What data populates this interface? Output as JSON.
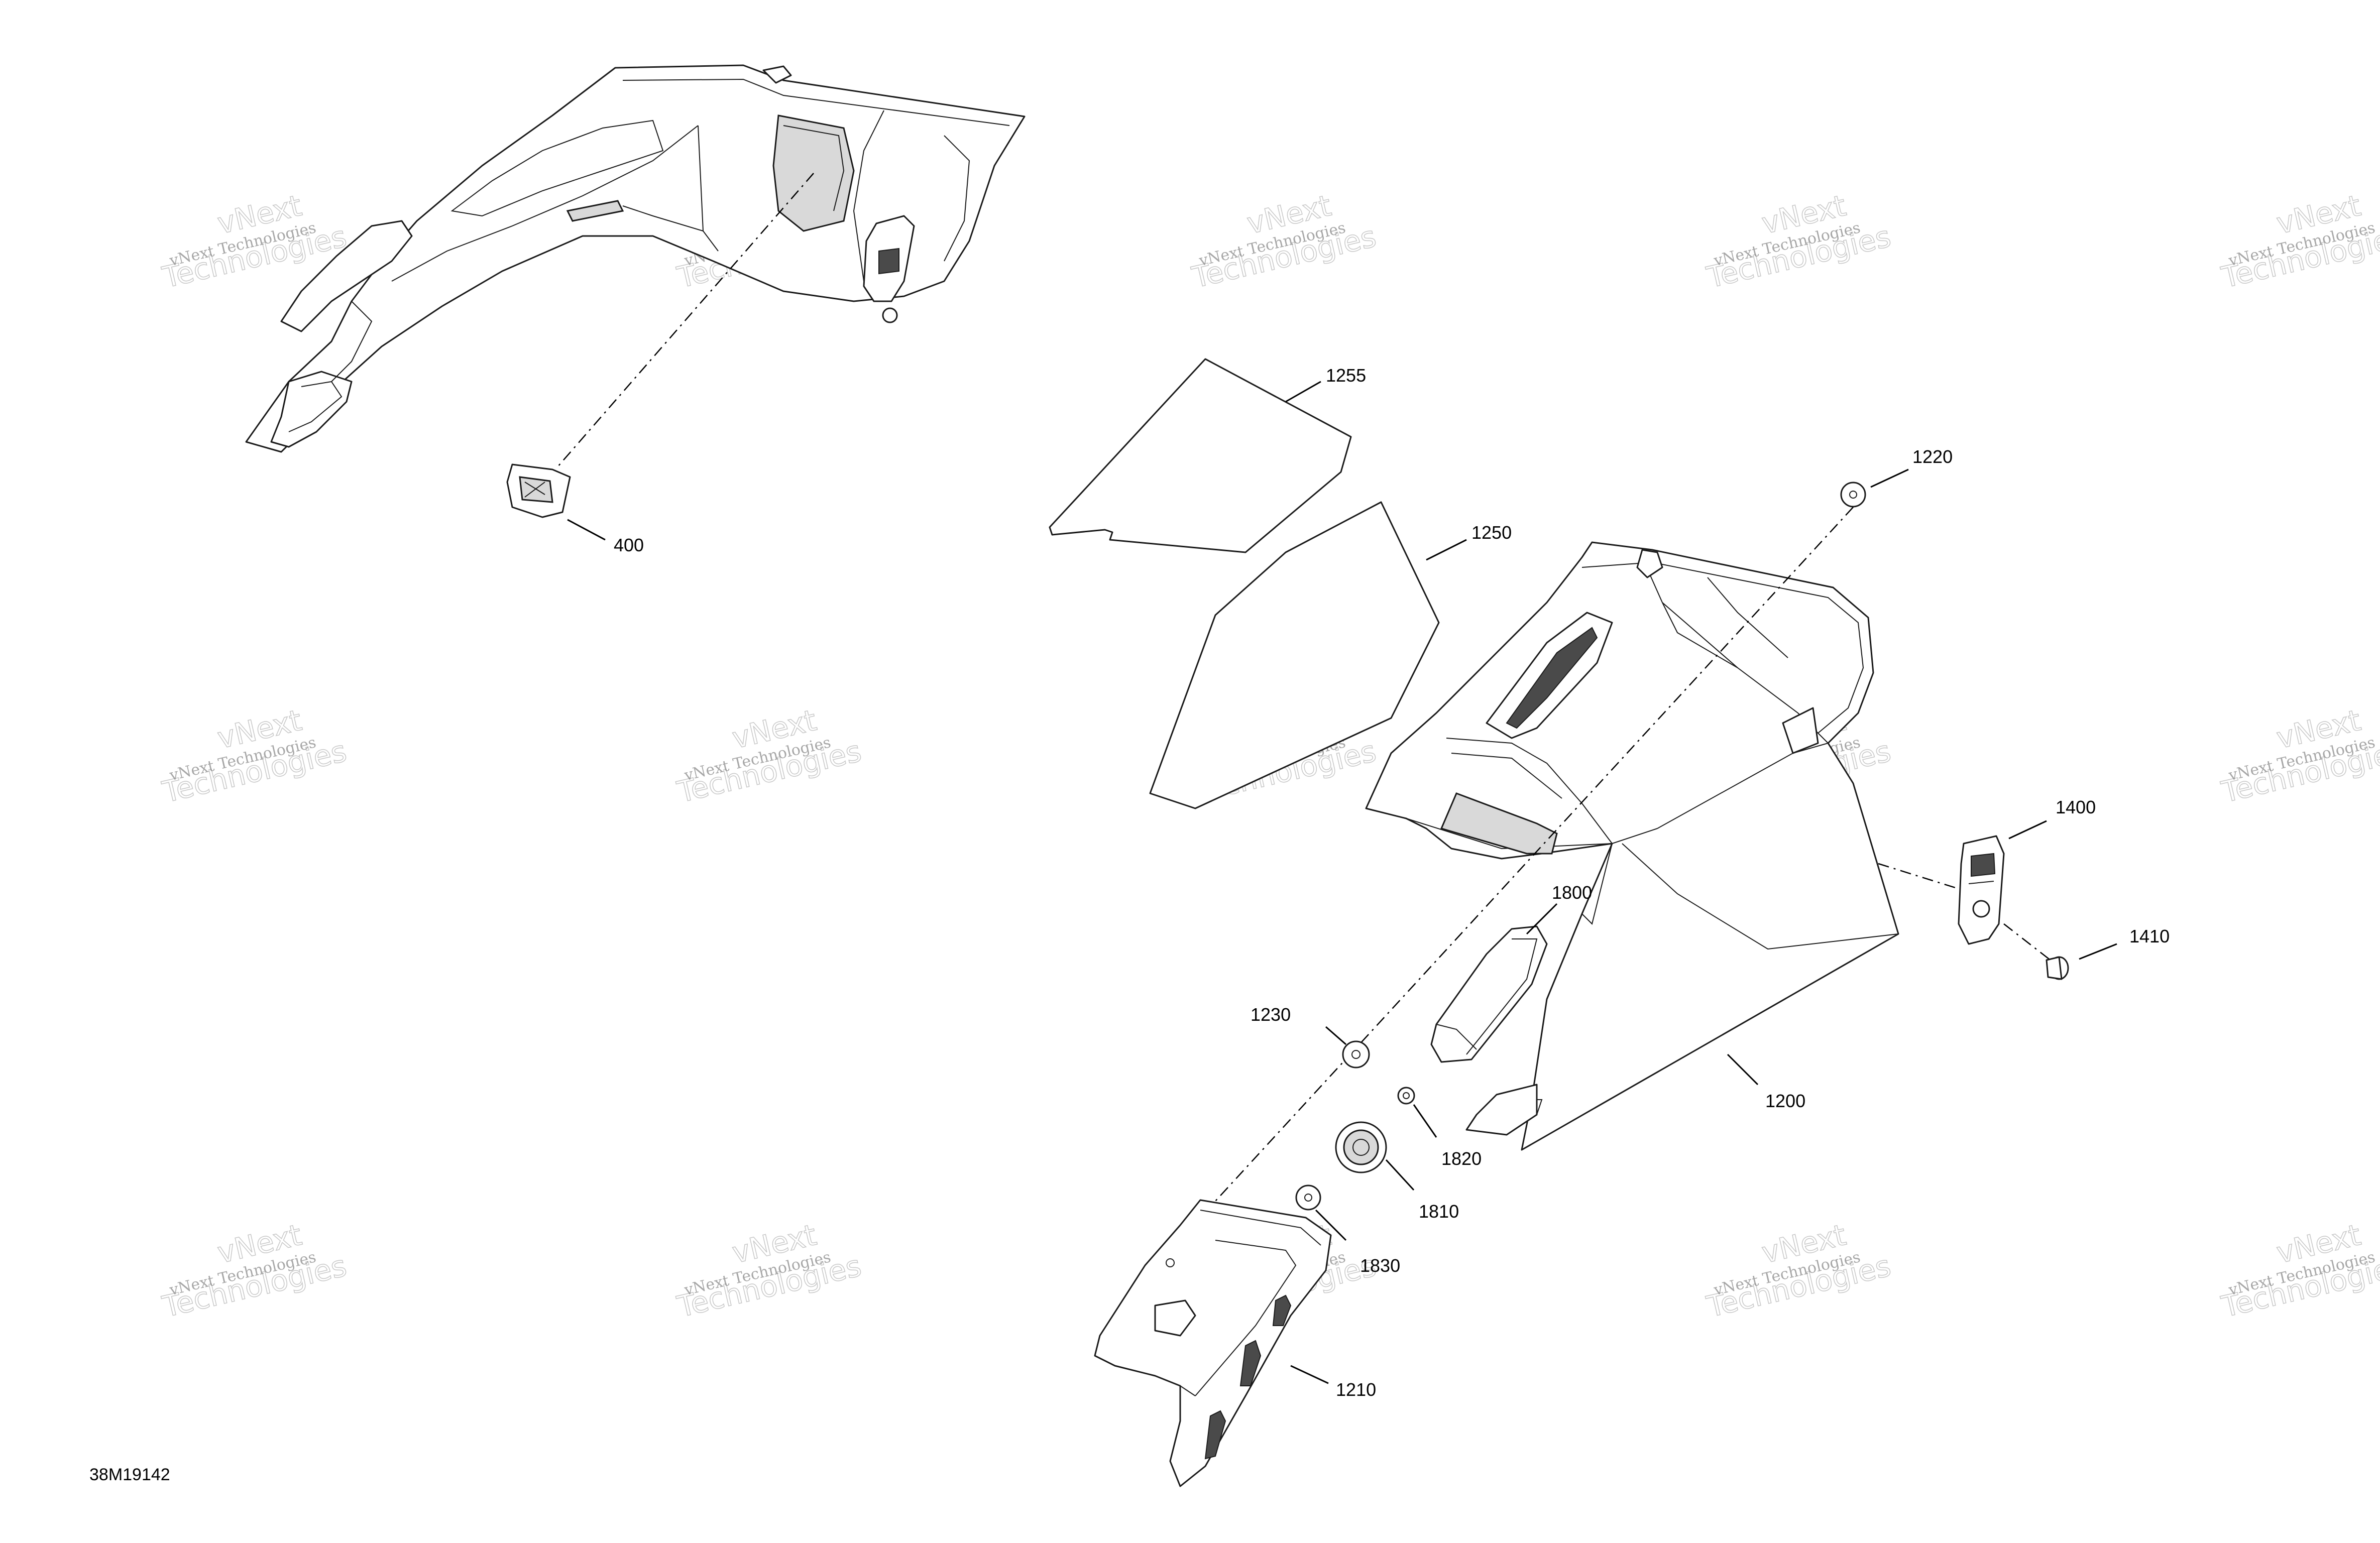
{
  "diagram": {
    "reference_code": "38M19142",
    "callouts": [
      {
        "id": "400",
        "label": "400"
      },
      {
        "id": "1200",
        "label": "1200"
      },
      {
        "id": "1210",
        "label": "1210"
      },
      {
        "id": "1220",
        "label": "1220"
      },
      {
        "id": "1230",
        "label": "1230"
      },
      {
        "id": "1250",
        "label": "1250"
      },
      {
        "id": "1255",
        "label": "1255"
      },
      {
        "id": "1400",
        "label": "1400"
      },
      {
        "id": "1410",
        "label": "1410"
      },
      {
        "id": "1800",
        "label": "1800"
      },
      {
        "id": "1810",
        "label": "1810"
      },
      {
        "id": "1820",
        "label": "1820"
      },
      {
        "id": "1830",
        "label": "1830"
      }
    ],
    "watermark": {
      "small_text": "vNext Technologies",
      "big_line1": "vNext",
      "big_line2": "Technologies"
    }
  }
}
